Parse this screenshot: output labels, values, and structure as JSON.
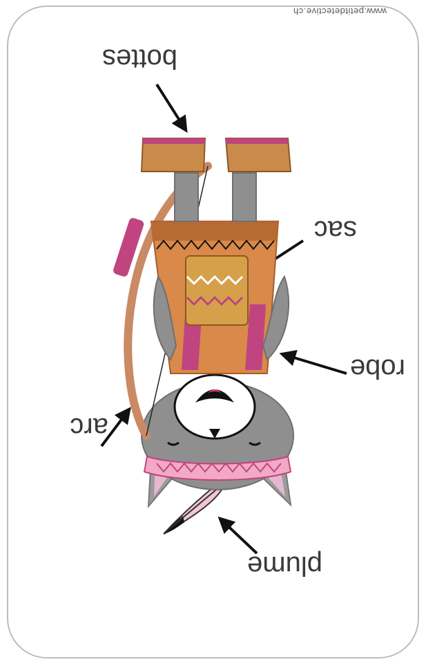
{
  "card": {
    "website": "www.petitdetective.ch",
    "orientation": "rotated 180 degrees (upside down)"
  },
  "labels": {
    "boots": "bottes",
    "bag": "sac",
    "dress": "robe",
    "bow": "arc",
    "feather": "plume"
  },
  "colors": {
    "fur": "#8f8f8f",
    "dress": "#d9894a",
    "pink": "#c0447f",
    "boots": "#c98a4a",
    "bow": "#c98a64",
    "arrow": "#111111"
  }
}
